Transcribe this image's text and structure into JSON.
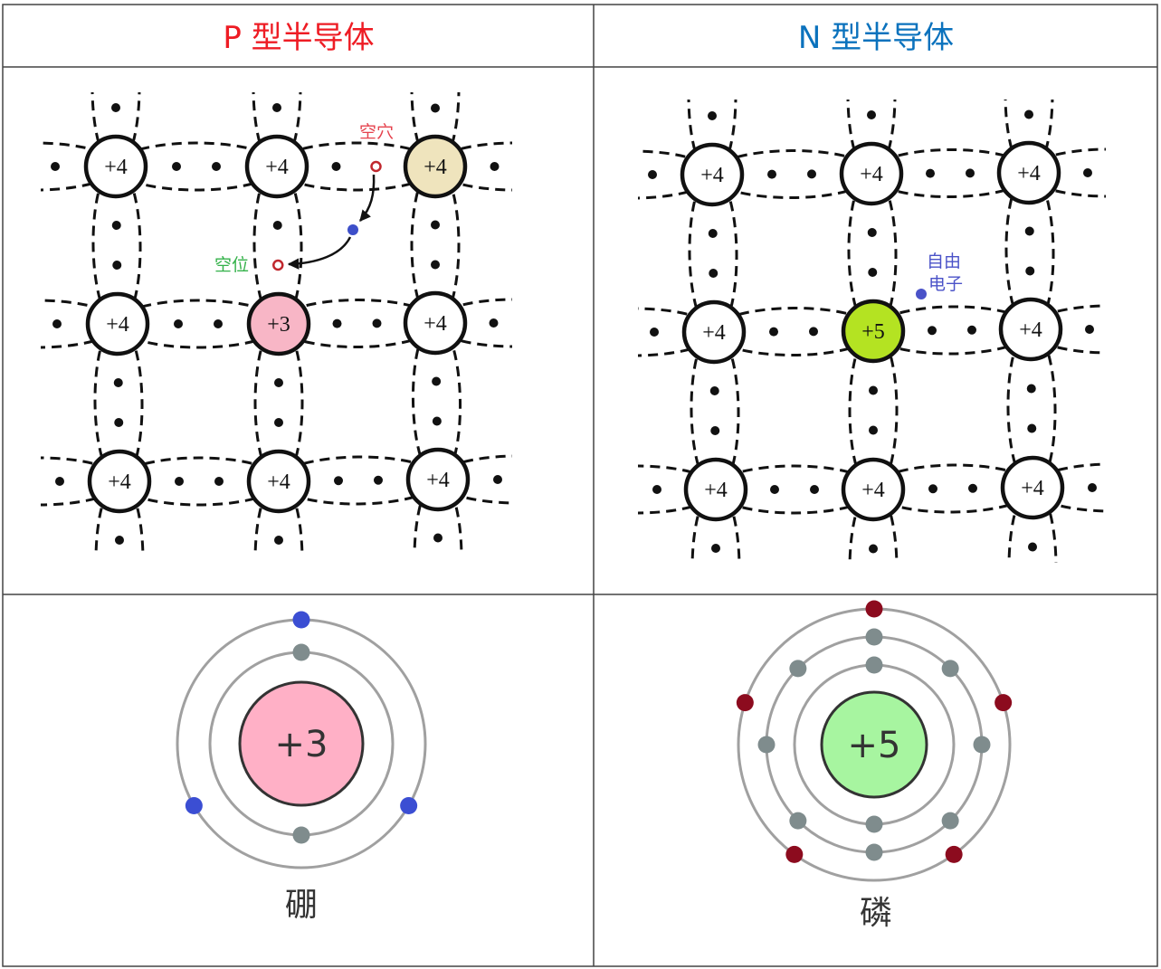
{
  "table": {
    "p_type": {
      "title": "P 型半导体",
      "lattice": {
        "atoms": [
          [
            "+4",
            "+4",
            "+4"
          ],
          [
            "+4",
            "+3",
            "+4"
          ],
          [
            "+4",
            "+4",
            "+4"
          ]
        ],
        "hole_label": "空穴",
        "vacancy_label": "空位"
      },
      "atom_model": {
        "nucleus_label": "+3",
        "element_name": "硼",
        "shell_electrons": [
          2,
          3
        ]
      }
    },
    "n_type": {
      "title": "N 型半导体",
      "lattice": {
        "atoms": [
          [
            "+4",
            "+4",
            "+4"
          ],
          [
            "+4",
            "+5",
            "+4"
          ],
          [
            "+4",
            "+4",
            "+4"
          ]
        ],
        "free_electron_label": [
          "自由",
          "电子"
        ]
      },
      "atom_model": {
        "nucleus_label": "+5",
        "element_name": "磷",
        "shell_electrons": [
          2,
          8,
          5
        ]
      }
    }
  },
  "colors": {
    "p_title": "#ee1c24",
    "n_title": "#0b72bd",
    "hole_label": "#e5424d",
    "vacancy_label": "#34b24a",
    "hole_marker": "#c0282e",
    "moving_electron": "#3d4fc9",
    "free_electron": "#4a52c8",
    "free_electron_label": "#4a52c8",
    "highlight_atom": "#efe4bd",
    "impurity_atom_p": "#f8b6c6",
    "impurity_atom_n": "#b4e322",
    "boron_nucleus": "#ffb0c6",
    "phosphorus_nucleus": "#a7f5a0",
    "boron_valence_electron": "#3b4ed3",
    "phosphorus_valence_electron": "#8c0b1e",
    "inner_electron": "#7f8c8d",
    "orbit": "#a0a0a0"
  }
}
